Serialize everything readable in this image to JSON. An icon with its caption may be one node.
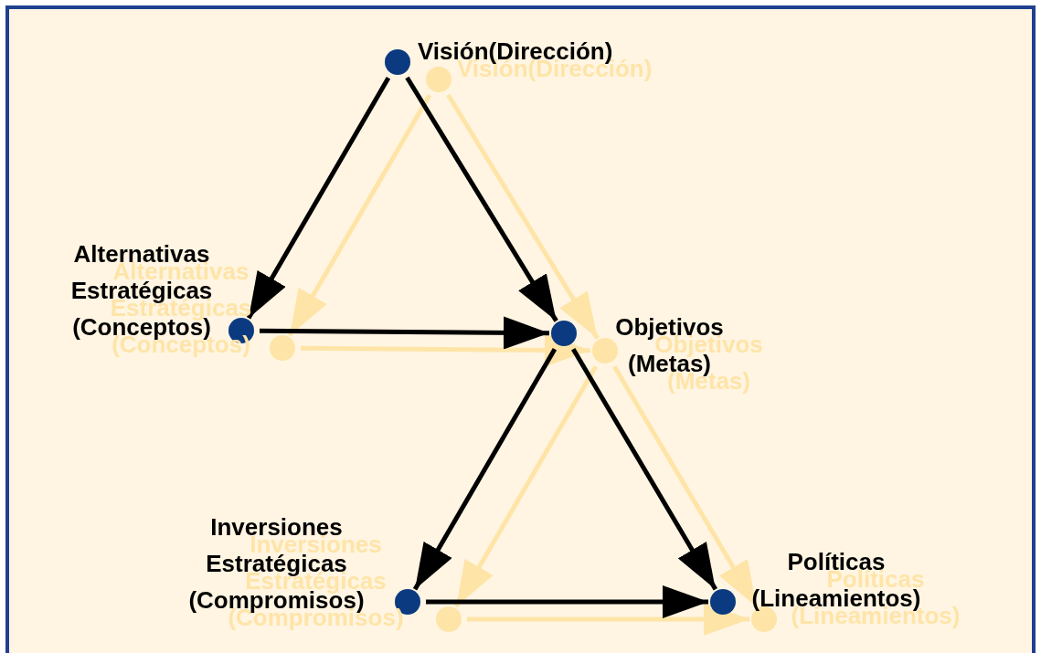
{
  "diagram": {
    "nodes": [
      {
        "text": [],
        "shape": "circle",
        "beside": [
          "Visión(Dirección)"
        ]
      },
      {
        "text": [],
        "shape": "circle",
        "beside": [
          "Alternativas Estratégicas (Conceptos)"
        ]
      },
      {
        "text": [],
        "shape": "circle",
        "beside": [
          "Objetivos (Metas)"
        ]
      },
      {
        "text": [],
        "shape": "circle",
        "beside": [
          "Inversiones Estratégicas (Compromisos)"
        ]
      },
      {
        "text": [],
        "shape": "circle",
        "beside": [
          "Políticas (Lineamientos)"
        ]
      }
    ],
    "edges": [
      {
        "from": 0,
        "to": 1,
        "arrow": "to"
      },
      {
        "from": 0,
        "to": 2,
        "arrow": "to"
      },
      {
        "from": 1,
        "to": 2,
        "arrow": "to"
      },
      {
        "from": 2,
        "to": 3,
        "arrow": "to"
      },
      {
        "from": 2,
        "to": 4,
        "arrow": "to"
      },
      {
        "from": 3,
        "to": 4,
        "arrow": "to"
      }
    ]
  }
}
